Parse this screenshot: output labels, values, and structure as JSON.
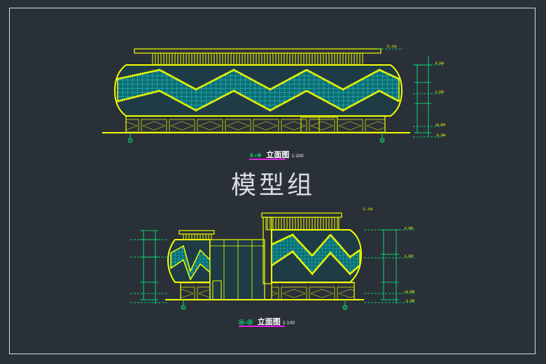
{
  "watermark": "模型组",
  "drawings": [
    {
      "title": "立面图",
      "scale": "1:100",
      "axis_marks": [
        "①",
        "⑩"
      ],
      "levels": [
        "11.450",
        "8.300",
        "4.200",
        "±0.000",
        "-0.300"
      ]
    },
    {
      "title": "立面图",
      "scale": "1:100",
      "axis_marks": [
        "Ⓐ",
        "Ⓓ"
      ],
      "levels": [
        "11.450",
        "8.300",
        "4.200",
        "±0.000",
        "-0.300"
      ]
    }
  ],
  "colors": {
    "background": "#2a3038",
    "structure": "#f2ff00",
    "glazing": "#00d8d8",
    "dimension": "#00ff80",
    "title_underline": "#e020e0",
    "frame": "#d9dde2"
  }
}
